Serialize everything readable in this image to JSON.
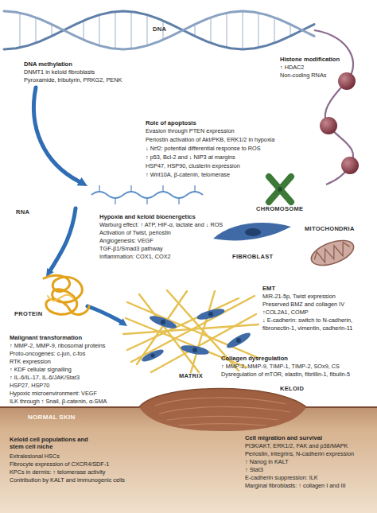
{
  "diagram": {
    "nodes": [
      {
        "text": [
          "NORMAL SKIN",
          "Keloid cell populations and stem cell niche",
          "Extralesional HSCs",
          "Fibrocyte expression of CXCR4/SDF-1",
          "KPCs in dermis: ↑ telomerase activity",
          "Contribution by KALT and immunogenic cells",
          "Cell migration and survival",
          "PI3K/AKT, ERK1/2, FAK and p38/MAPK",
          "Periostin, integrins, N-cadherin expression",
          "↑ Nanog in KALT",
          "↑ Stat3",
          "E-cadherin suppression: ILK",
          "Marginal fibroblasts: ↑ collagen I and III"
        ]
      }
    ],
    "labels": [
      "DNA",
      "DNA methylation",
      "DNMT1 in keloid fibroblasts",
      "Pyroxamide, tributyrin, PRKG2, PENK",
      "Histone modification",
      "↑ HDAC2",
      "Non-coding RNAs",
      "Role of apoptosis",
      "Evasion through PTEN expression",
      "Periostin activation of Akt/PKB, ERK1/2 in hypoxia",
      "↓ Nrf2: potential differential response to ROS",
      "↑ p53, Bcl-2 and ↓ NIP3 at margins",
      "HSP47, HSP90, clusterin expression",
      "↑ Wnt10A, β-catenin, telomerase",
      "RNA",
      "CHROMOSOME",
      "Hypoxia and keloid bioenergetics",
      "Warburg effect: ↑ ATP, HIF-α, lactate and ↓ ROS",
      "Activation of Twist, periostin",
      "Angiogenesis: VEGF",
      "TGF-β1/Smad3 pathway",
      "Inflammation: COX1, COX2",
      "MITOCHONDRIA",
      "FIBROBLAST",
      "PROTEIN",
      "EMT",
      "MiR-21-5p, Twist expression",
      "Preserved BMZ and collagen IV",
      "↑COL2A1, COMP",
      "↓ E-cadherin: switch to N-cadherin,",
      "fibronectin-1, vimentin, cadherin-11",
      "Malignant transformation",
      "↑ MMP-2, MMP-9, ribosomal proteins",
      "Proto-oncogenes: c-jun, c-fos",
      "RTK expression",
      "↑ KDF cellular signalling",
      "↑ IL-6/IL-17, IL-6/JAK/Stat3",
      "HSP27, HSP70",
      "Hypoxic microenvironment: VEGF",
      "ILK through ↑ Snail, β-catenin, α-SMA",
      "MATRIX",
      "Collagen dysregulation",
      "↑ MMP-2, MMP-9, TIMP-1, TIMP-2, SOx9, CS",
      "Dysregulation of mTOR, elastin, fibrillin-1, fibulin-5",
      "KELOID"
    ]
  }
}
